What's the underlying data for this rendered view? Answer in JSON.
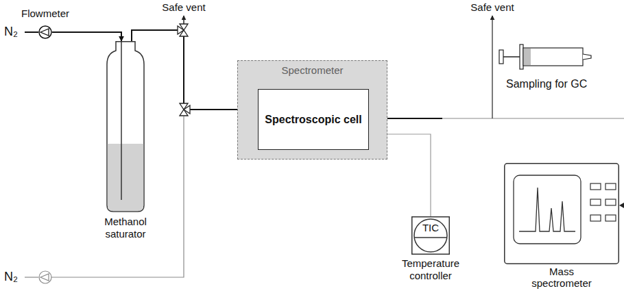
{
  "diagram": {
    "nodes": [
      {
        "text": [
          "Flowmeter"
        ]
      },
      {
        "text": [
          "Methanol saturator"
        ]
      },
      {
        "text": [
          "Spectrometer"
        ]
      },
      {
        "text": [
          "Spectroscopic cell"
        ],
        "in": 2
      },
      {
        "text": [
          "TIC",
          "Temperature controller"
        ]
      },
      {
        "text": [
          "Mass spectrometer"
        ]
      }
    ],
    "edges": [
      {
        "from": 0,
        "to": 1,
        "arrow": "to"
      },
      {
        "from": 1,
        "to": 3,
        "arrow": "to"
      },
      {
        "from": 3,
        "to": 4,
        "arrow": "none"
      }
    ],
    "labels": [
      "N₂",
      "N₂",
      "Safe vent",
      "Safe vent",
      "Sampling for GC"
    ]
  }
}
